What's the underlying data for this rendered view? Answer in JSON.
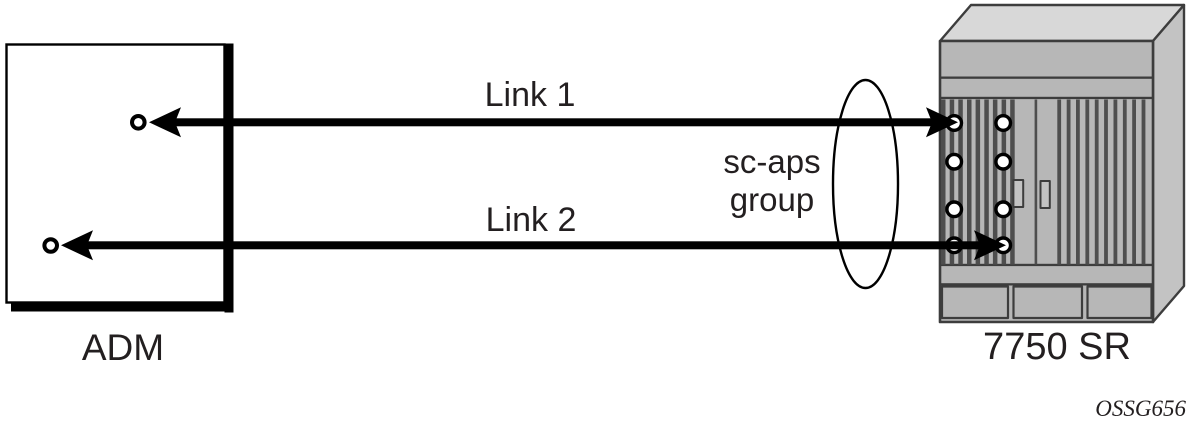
{
  "figure": {
    "adm": {
      "label": "ADM",
      "port_count": 2
    },
    "router": {
      "label": "7750 SR",
      "port_columns": 2,
      "port_rows": 4
    },
    "links": [
      {
        "label": "Link 1"
      },
      {
        "label": "Link 2"
      }
    ],
    "aps_group": {
      "line1": "sc-aps",
      "line2": "group"
    },
    "figure_id": "OSSG656",
    "colors": {
      "background": "#ffffff",
      "line": "#000000",
      "text": "#231f20",
      "adm_fill": "#ffffff",
      "chassis_front": "#b7b7b7",
      "chassis_top": "#d8d8d8",
      "chassis_side": "#c3c3c3",
      "chassis_slot": "#4e4e4e",
      "chassis_outline": "#3d3d3d",
      "port_fill": "#ffffff"
    }
  }
}
